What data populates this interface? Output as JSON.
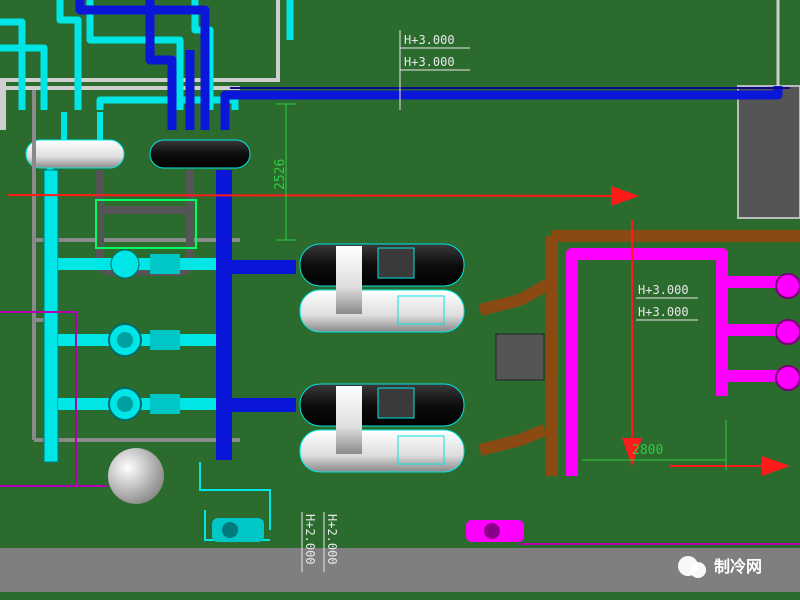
{
  "labels": {
    "top_elev_1": "H+3.000",
    "top_elev_2": "H+3.000",
    "right_elev_1": "H+3.000",
    "right_elev_2": "H+3.000",
    "bottom_elev_1": "H+2.000",
    "bottom_elev_2": "H+2.000",
    "dim_vertical": "2526",
    "dim_horizontal": "2800"
  },
  "watermark": {
    "text": "制冷网"
  },
  "colors": {
    "background": "#2b6b2e",
    "floor": "#7f7f7f",
    "chilled_water_supply": "#0a17d8",
    "chilled_water": "#00e5e5",
    "condenser_water": "#ff00ff",
    "condenser_water_return": "#8b4a12",
    "flow_arrow": "#ff1a1a",
    "dimension": "#2ecc40"
  }
}
